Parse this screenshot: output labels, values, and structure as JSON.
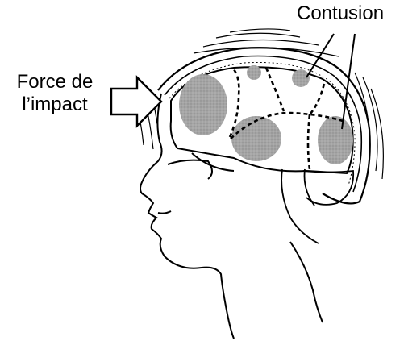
{
  "labels": {
    "force_line1": "Force de",
    "force_line2": "l’impact",
    "contusion": "Contusion"
  },
  "colors": {
    "ink": "#000000",
    "contusion_fill": "#9f9f9f",
    "background": "#ffffff"
  }
}
